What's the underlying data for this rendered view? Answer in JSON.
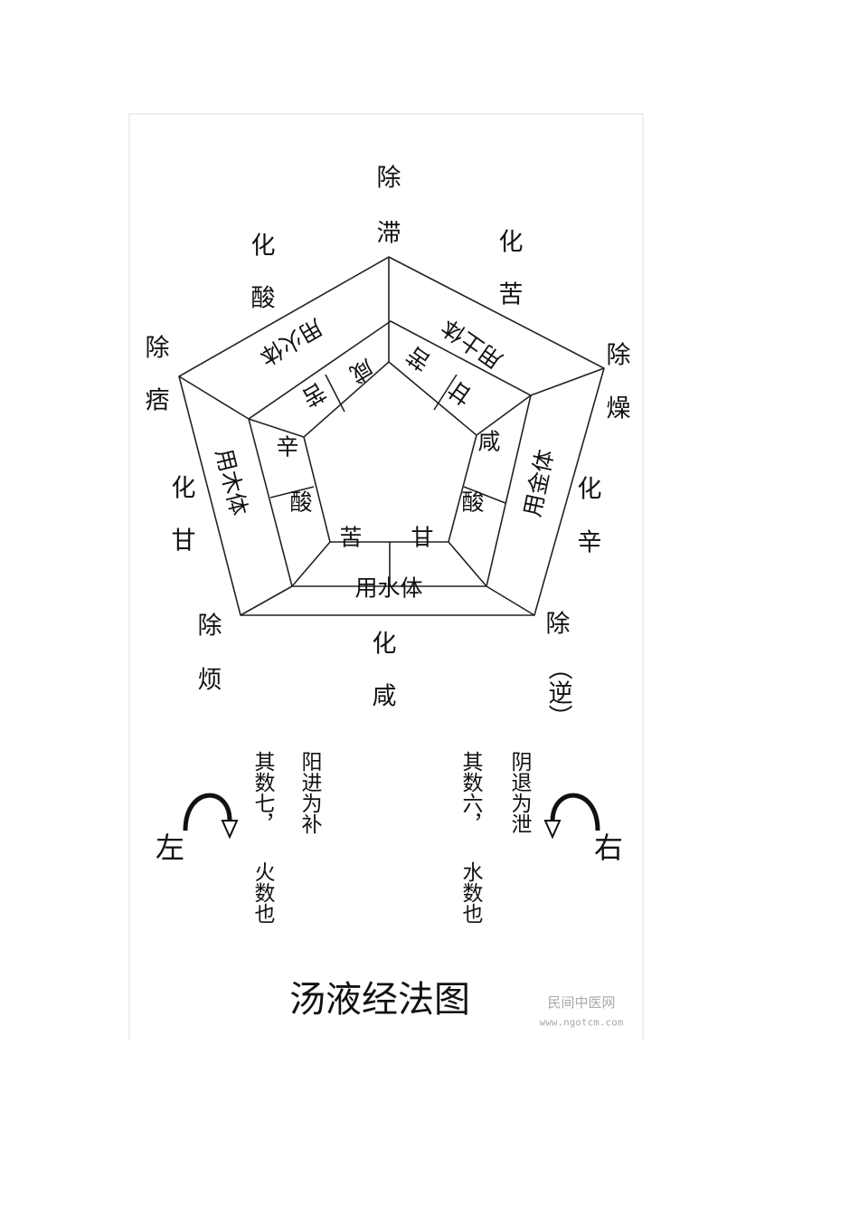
{
  "outer_labels": {
    "top": [
      "除",
      "滞"
    ],
    "top_right": [
      "化",
      "苦"
    ],
    "right_upper": [
      "除",
      "燥"
    ],
    "right_mid": [
      "化",
      "辛"
    ],
    "bottom_right": [
      "除",
      "（逆）"
    ],
    "bottom": [
      "化",
      "咸"
    ],
    "bottom_left": [
      "除",
      "烦"
    ],
    "left_mid": [
      "化",
      "甘"
    ],
    "left_upper": [
      "除",
      "痞"
    ],
    "top_left": [
      "化",
      "酸"
    ]
  },
  "ring_labels": {
    "fire": "用火体",
    "earth": "用土体",
    "metal": "用金体",
    "wood": "用木体",
    "water": "用水体"
  },
  "inner_cells": {
    "fire_a": "咸",
    "fire_b": "苦",
    "earth_a": "苦",
    "earth_b": "甘",
    "metal_a": "咸",
    "metal_b": "酸",
    "wood_a": "辛",
    "wood_b": "酸",
    "water_a": "苦",
    "water_b": "甘"
  },
  "left_note": {
    "side": "左",
    "col1": "阳进为补",
    "col2a": "其数七，",
    "col2b": "火数也"
  },
  "right_note": {
    "side": "右",
    "col1": "阴退为泄",
    "col2a": "其数六，",
    "col2b": "水数也"
  },
  "title": "汤液经法图",
  "watermark": {
    "name": "民间中医网",
    "url": "www.ngotcm.com"
  }
}
